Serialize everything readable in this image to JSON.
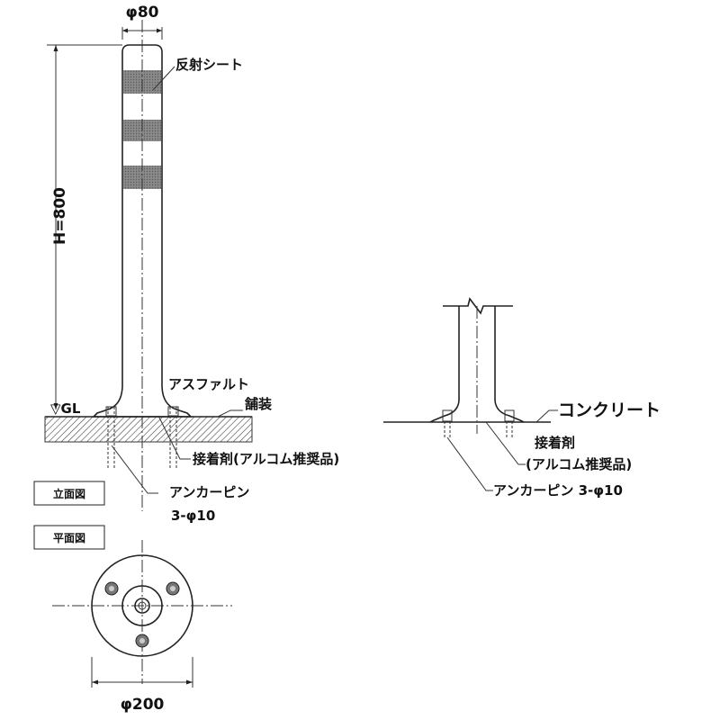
{
  "dimensions": {
    "diameter_top": "φ80",
    "height": "H=800",
    "diameter_base": "φ200"
  },
  "labels": {
    "reflective_sheet": "反射シート",
    "ground_level": "▽GL",
    "asphalt_line1": "アスファルト",
    "asphalt_line2": "舗装",
    "adhesive_left": "接着剤(アルコム推奨品)",
    "anchor_pin_left_line1": "アンカーピン",
    "anchor_pin_left_line2": "3-φ10",
    "concrete": "コンクリート",
    "adhesive_right_line1": "接着剤",
    "adhesive_right_line2": "(アルコム推奨品)",
    "anchor_pin_right": "アンカーピン 3-φ10"
  },
  "view_tags": {
    "elevation": "立面図",
    "plan": "平面図"
  }
}
